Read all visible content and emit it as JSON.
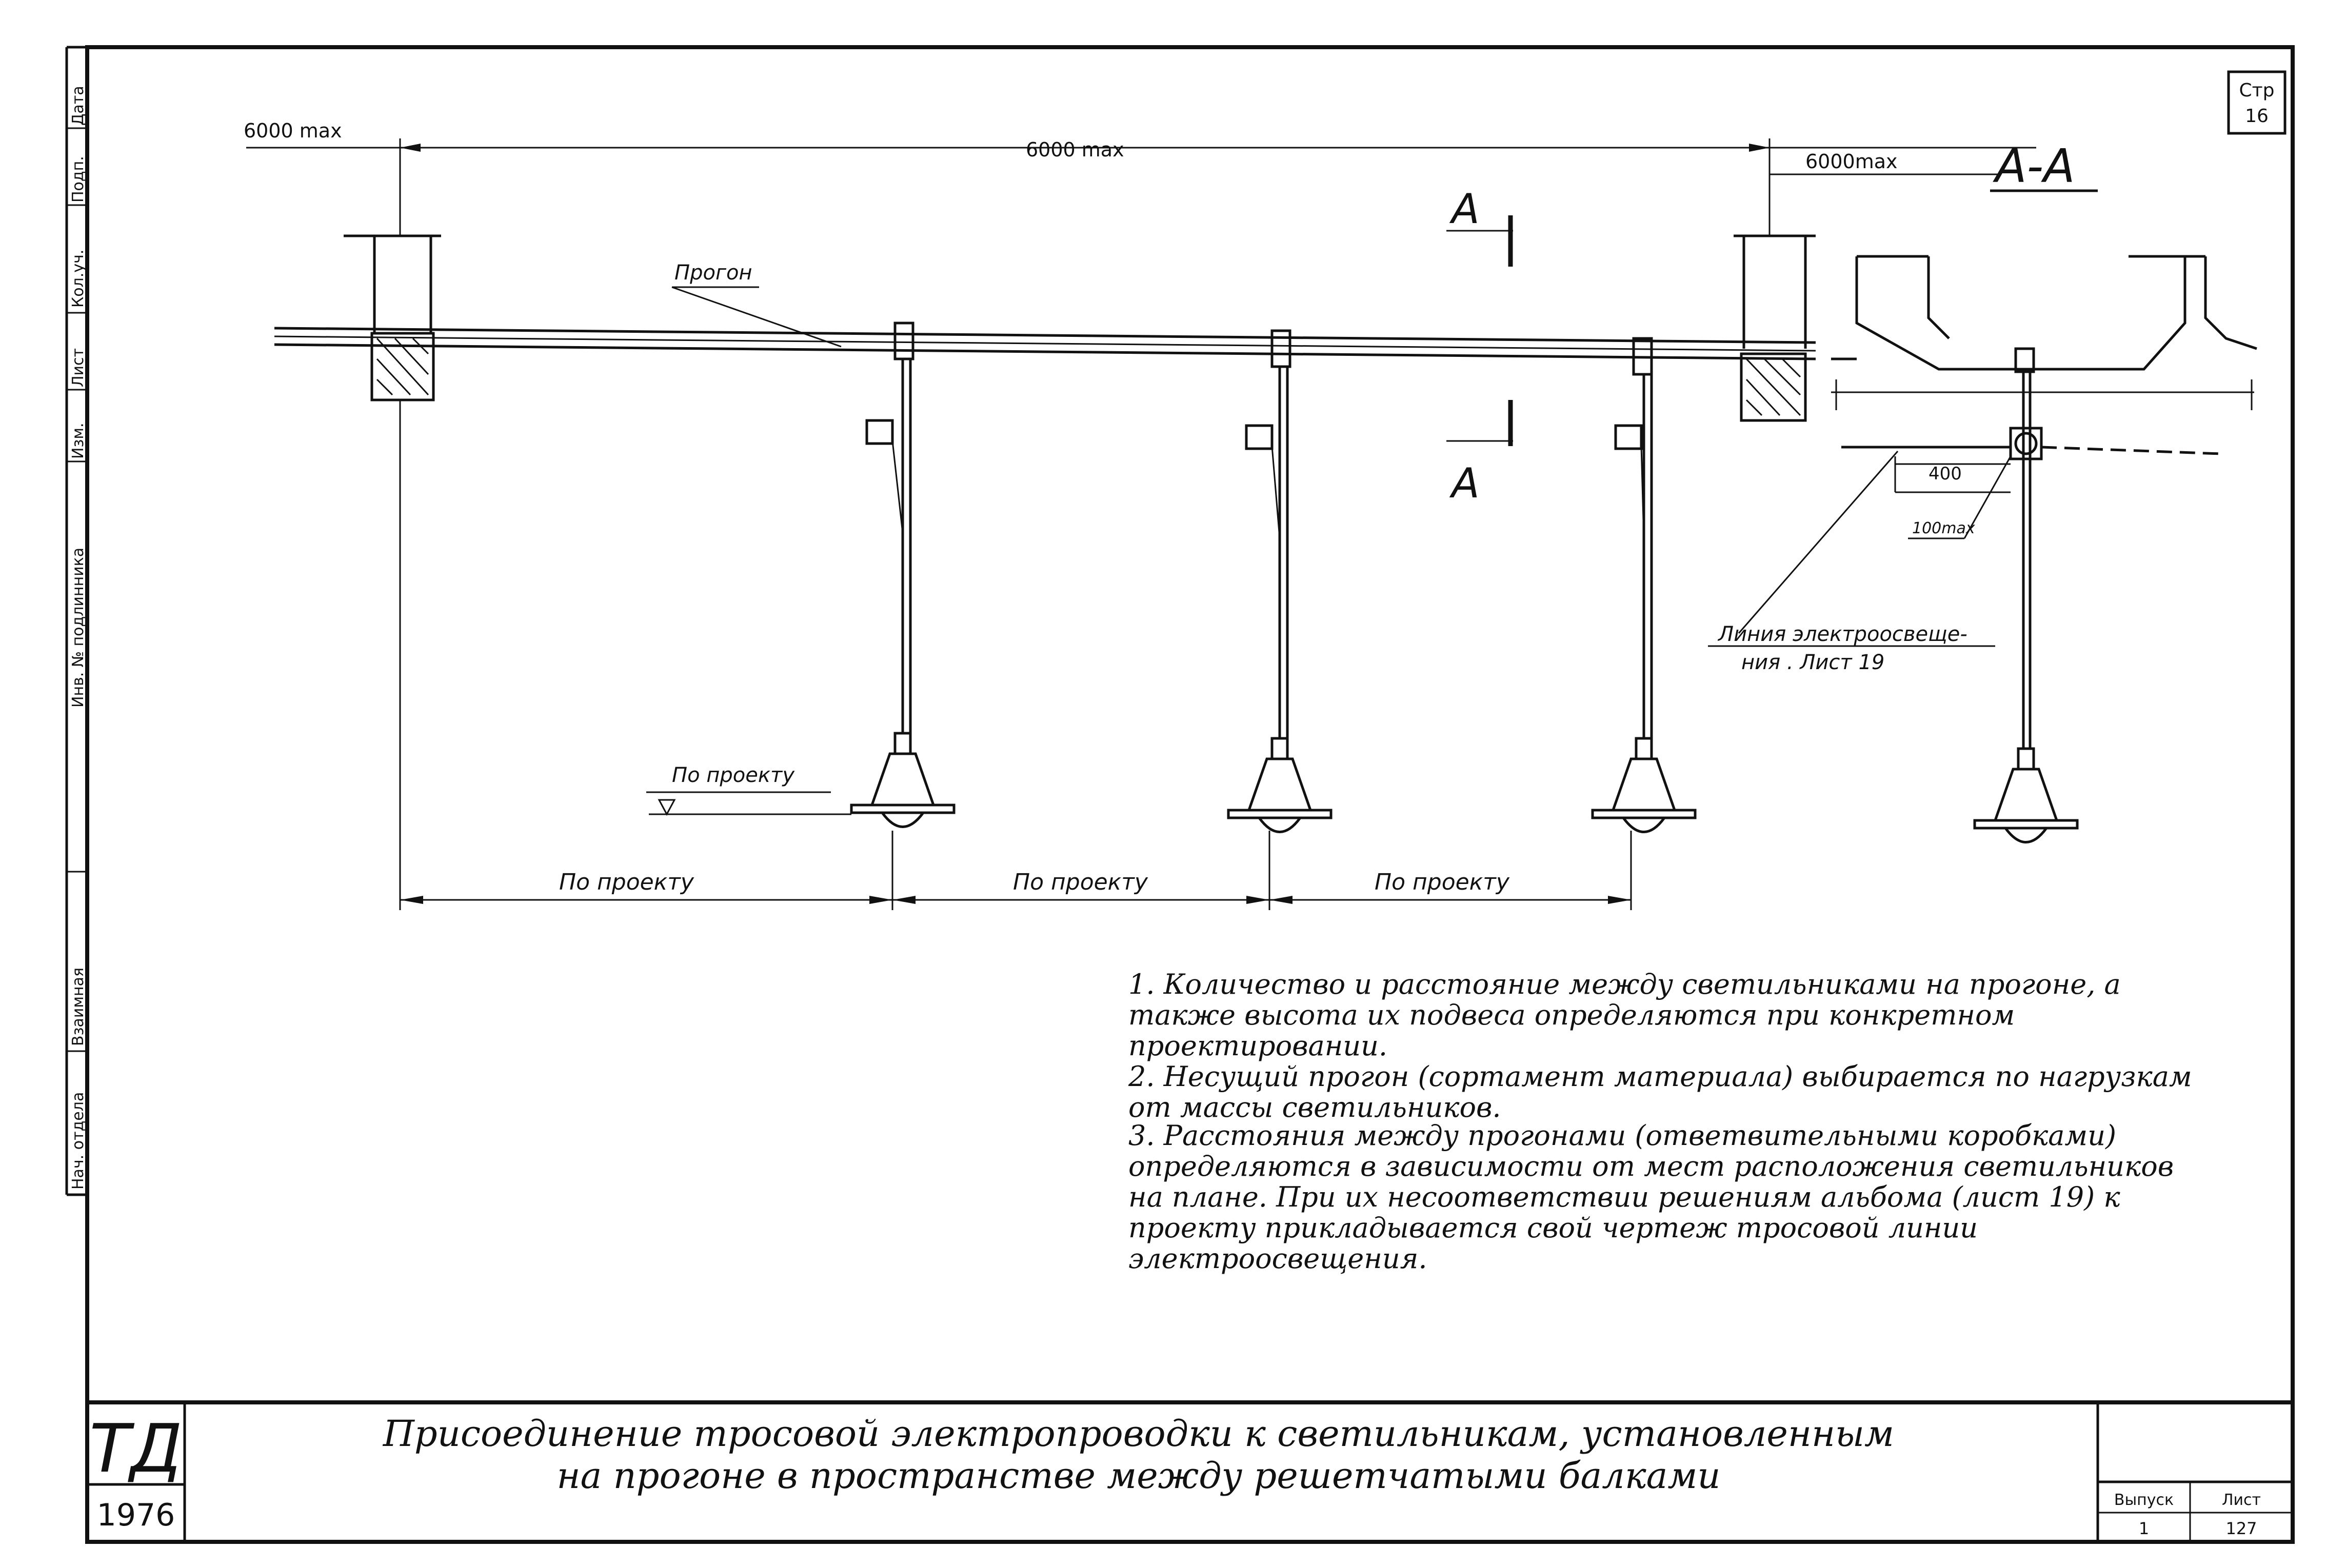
{
  "sheet": {
    "page_label": "Стр",
    "page_number": "16",
    "code": "ТД",
    "year": "1976",
    "issue_label": "Выпуск",
    "issue_number": "1",
    "sheet_label": "Лист",
    "sheet_number": "127"
  },
  "side_stamp": [
    "Дата",
    "Подп.",
    "Кол.уч.",
    "Лист",
    "Изм.",
    "Инв. № подлинника",
    "Взаимная",
    "Нач. отдела"
  ],
  "dimensions": {
    "left_span": "6000 max",
    "middle_span": "6000 max",
    "right_span": "6000max",
    "bottom_1": "По проекту",
    "bottom_2": "По проекту",
    "bottom_3": "По проекту",
    "height_mark": "По проекту",
    "section_400": "400",
    "section_100": "100max"
  },
  "labels": {
    "section_title": "А-А",
    "section_mark_top": "А",
    "section_mark_bottom": "А",
    "purlin": "Прогон",
    "line_label_1": "Линия электроосвеще-",
    "line_label_2": "ния . Лист 19"
  },
  "notes": [
    "1. Количество и расстояние между светильниками на прогоне, а также высота их подвеса определяются при конкретном проектировании.",
    "2. Несущий прогон (сортамент материала) выбирается по нагрузкам от массы светильников.",
    "3. Расстояния между прогонами (ответвительными коробками) определяются в зависимости от мест расположения светильников на плане. При их несоответствии решениям альбома (лист 19) к проекту прикладывается свой чертеж тросовой линии электроосвещения."
  ],
  "title": [
    "Присоединение тросовой электропроводки к светильникам, установленным",
    "на прогоне в пространстве между решетчатыми балками"
  ]
}
